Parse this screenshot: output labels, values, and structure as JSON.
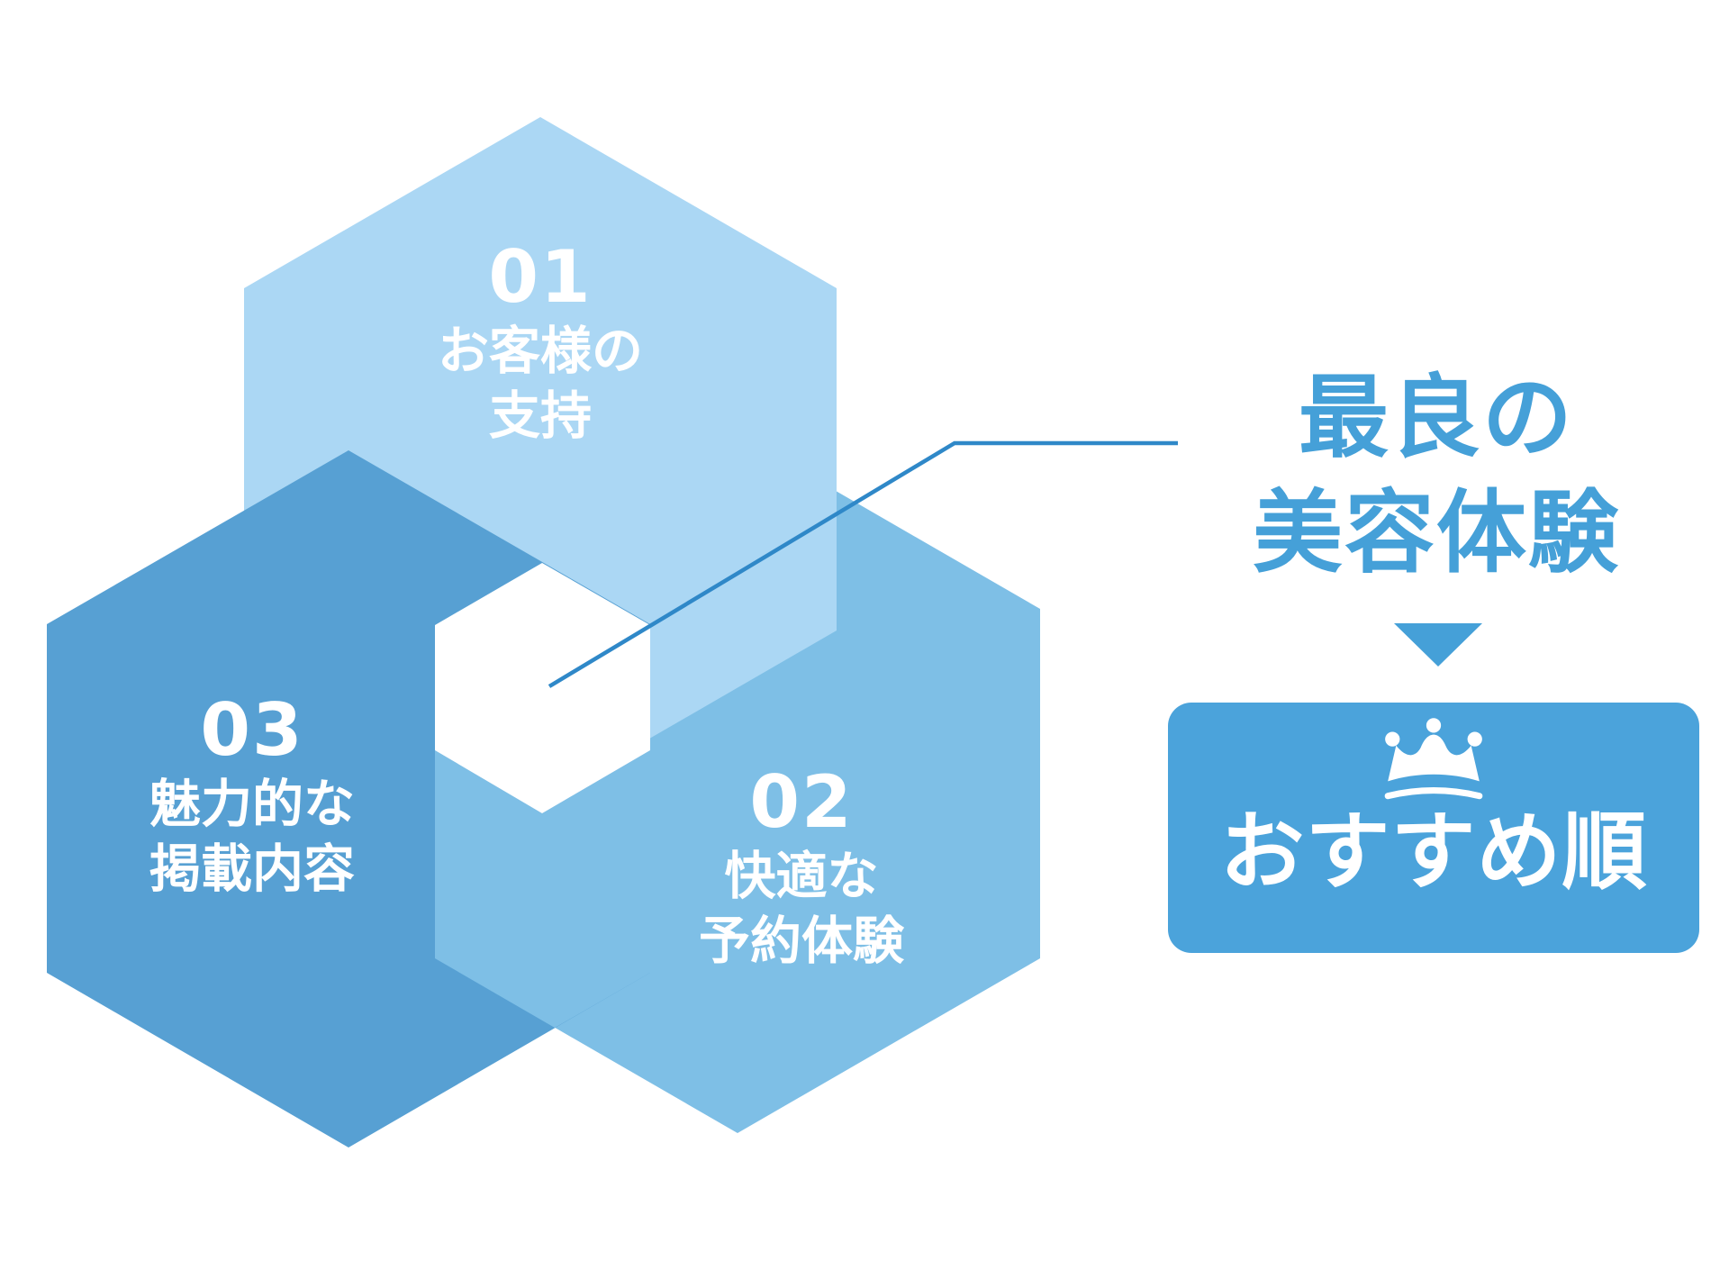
{
  "diagram": {
    "items": [
      {
        "number": "01",
        "label_lines": [
          "お客様の",
          "支持"
        ]
      },
      {
        "number": "02",
        "label_lines": [
          "快適な",
          "予約体験"
        ]
      },
      {
        "number": "03",
        "label_lines": [
          "魅力的な",
          "掲載内容"
        ]
      }
    ],
    "result": {
      "heading_lines": [
        "最良の",
        "美容体験"
      ],
      "badge_label": "おすすめ順"
    },
    "colors": {
      "hex_light": "#ABD7F4",
      "hex_medium": "#7EBFE6",
      "hex_dark": "#57A0D3",
      "center": "#FFFFFF",
      "accent": "#45A0D8",
      "badge_bg": "#4BA3DB",
      "callout_line": "#2F88C8",
      "label_text": "#FFFFFF"
    }
  }
}
